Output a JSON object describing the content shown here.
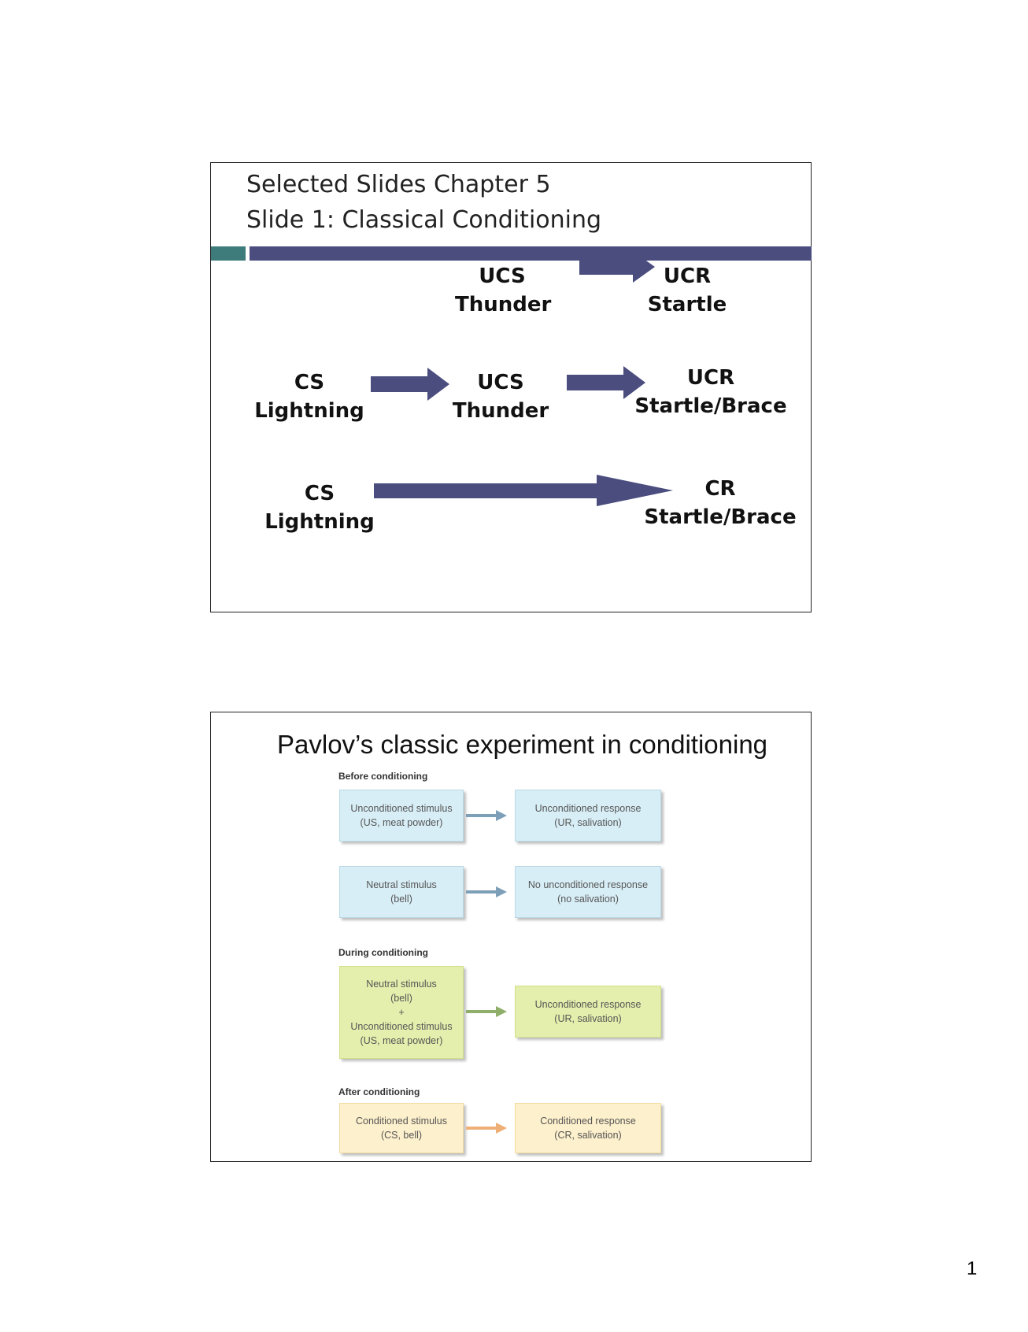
{
  "slide1": {
    "title_line1": "Selected Slides Chapter 5",
    "title_line2": "Slide 1:  Classical Conditioning",
    "row1": {
      "ucs": "UCS",
      "ucs_sub": "Thunder",
      "ucr": "UCR",
      "ucr_sub": "Startle"
    },
    "row2": {
      "cs": "CS",
      "cs_sub": "Lightning",
      "ucs": "UCS",
      "ucs_sub": "Thunder",
      "ucr": "UCR",
      "ucr_sub": "Startle/Brace"
    },
    "row3": {
      "cs": "CS",
      "cs_sub": "Lightning",
      "cr": "CR",
      "cr_sub": "Startle/Brace"
    },
    "colors": {
      "bar": "#4b4d7e",
      "accent": "#3e7b7b",
      "arrow": "#4b4d7e"
    }
  },
  "slide2": {
    "title": "Pavlov’s classic experiment in conditioning",
    "before_label": "Before conditioning",
    "box_us_l1": "Unconditioned stimulus",
    "box_us_l2": "(US, meat powder)",
    "box_ur_l1": "Unconditioned response",
    "box_ur_l2": "(UR, salivation)",
    "box_ns_l1": "Neutral stimulus",
    "box_ns_l2": "(bell)",
    "box_nur_l1": "No unconditioned response",
    "box_nur_l2": "(no salivation)",
    "during_label": "During conditioning",
    "box_during_l1": "Neutral stimulus",
    "box_during_l2": "(bell)",
    "box_during_plus": "+",
    "box_during_l3": "Unconditioned stimulus",
    "box_during_l4": "(US, meat powder)",
    "box_during_ur_l1": "Unconditioned response",
    "box_during_ur_l2": "(UR, salivation)",
    "after_label": "After conditioning",
    "box_cs_l1": "Conditioned stimulus",
    "box_cs_l2": "(CS, bell)",
    "box_cr_l1": "Conditioned response",
    "box_cr_l2": "(CR, salivation)",
    "colors": {
      "blue": "#d8eef6",
      "green": "#e4efad",
      "orange": "#fdf0cc",
      "arrow_blue": "#7d9fb8",
      "arrow_green": "#8fae6a",
      "arrow_orange": "#efb077"
    }
  },
  "page_number": "1"
}
